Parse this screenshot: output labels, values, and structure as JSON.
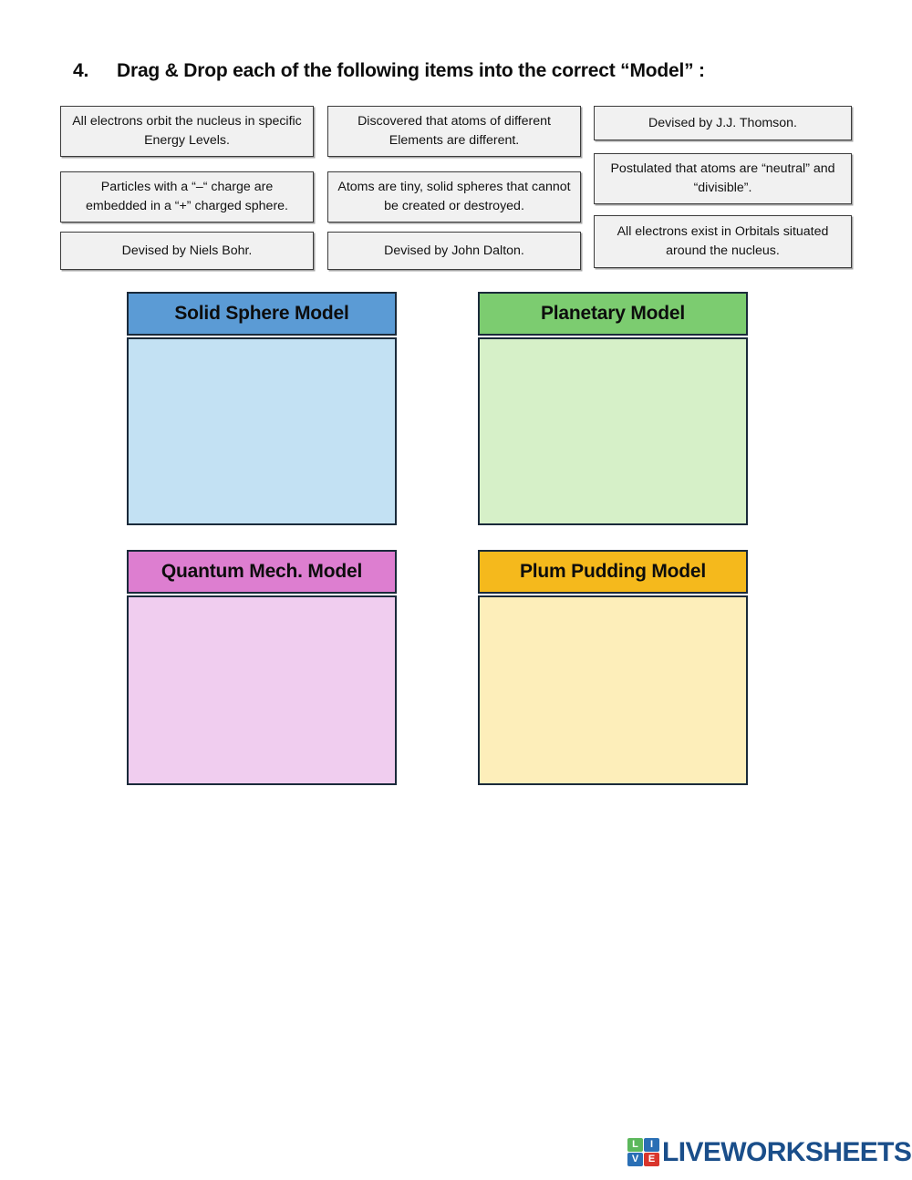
{
  "page": {
    "background": "#ffffff"
  },
  "question": {
    "number": "4.",
    "text": "Drag & Drop each of the following items into the correct “Model” :"
  },
  "item_bank": {
    "columns": [
      {
        "items": [
          {
            "text": "All electrons orbit the nucleus in specific Energy Levels."
          },
          {
            "text": "Particles with a “–“ charge are embedded in a “+” charged sphere."
          },
          {
            "text": "Devised by Niels Bohr."
          }
        ]
      },
      {
        "items": [
          {
            "text": "Discovered that atoms of different Elements are different."
          },
          {
            "text": "Atoms are tiny, solid spheres that cannot be created or destroyed."
          },
          {
            "text": "Devised by John Dalton."
          }
        ]
      },
      {
        "items": [
          {
            "text": "Devised by J.J. Thomson."
          },
          {
            "text": "Postulated that atoms are “neutral” and “divisible”."
          },
          {
            "text": "All electrons exist in Orbitals situated around the nucleus."
          }
        ]
      }
    ],
    "style": {
      "fill": "#f1f1f1",
      "border": "#3c3c3c"
    }
  },
  "models": [
    {
      "title": "Solid Sphere Model",
      "header_color": "#5b9bd5",
      "body_color": "#c3e1f3",
      "border_color": "#1a2a3a",
      "dropped_items": []
    },
    {
      "title": "Planetary Model",
      "header_color": "#7ccc70",
      "body_color": "#d6f0c8",
      "border_color": "#1a2a3a",
      "dropped_items": []
    },
    {
      "title": "Quantum Mech. Model",
      "header_color": "#dd7ed0",
      "body_color": "#f0cdef",
      "border_color": "#1a2a3a",
      "dropped_items": []
    },
    {
      "title": "Plum Pudding Model",
      "header_color": "#f5b91c",
      "body_color": "#fdeeba",
      "border_color": "#1a2a3a",
      "dropped_items": []
    }
  ],
  "footer": {
    "logo": {
      "wordmark": "LIVEWORKSHEETS",
      "wordmark_color": "#1a4e8a",
      "tiles": [
        {
          "letter": "L",
          "color": "#5cb85c"
        },
        {
          "letter": "I",
          "color": "#2a6fb5"
        },
        {
          "letter": "V",
          "color": "#2a6fb5"
        },
        {
          "letter": "E",
          "color": "#d9352c"
        }
      ]
    }
  }
}
